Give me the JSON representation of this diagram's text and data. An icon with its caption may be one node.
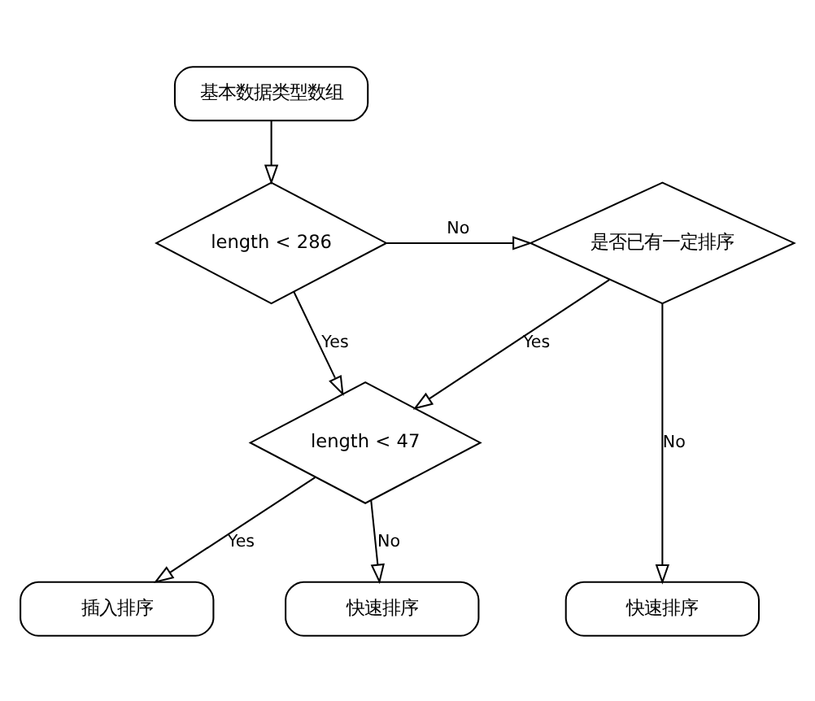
{
  "diagram": {
    "nodes": [
      {
        "text": [
          "基本数据类型数组"
        ]
      },
      {
        "text": [
          "length < 286"
        ]
      },
      {
        "text": [
          "是否已有一定排序"
        ]
      },
      {
        "text": [
          "length < 47"
        ]
      },
      {
        "text": [
          "插入排序"
        ]
      },
      {
        "text": [
          "快速排序"
        ]
      },
      {
        "text": [
          "快速排序"
        ]
      }
    ],
    "edges": [
      {
        "from": 0,
        "to": 1,
        "arrow": "to"
      },
      {
        "from": 1,
        "to": 2,
        "arrow": "to",
        "label": "No"
      },
      {
        "from": 2,
        "to": 3,
        "arrow": "to",
        "label": "Yes"
      },
      {
        "from": 1,
        "to": 3,
        "arrow": "to",
        "label": "Yes"
      },
      {
        "from": 2,
        "to": 6,
        "arrow": "to",
        "label": "No"
      },
      {
        "from": 3,
        "to": 5,
        "arrow": "to",
        "label": "No"
      },
      {
        "from": 3,
        "to": 4,
        "arrow": "to",
        "label": "Yes"
      }
    ]
  }
}
